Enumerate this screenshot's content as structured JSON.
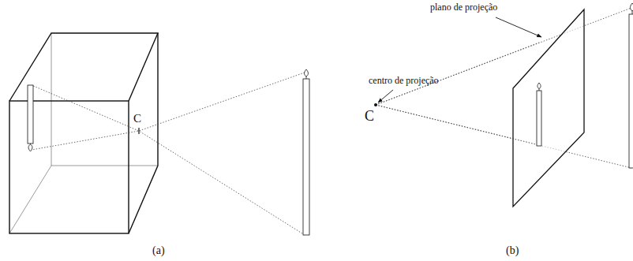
{
  "diagram": {
    "labels": [
      "C",
      "plano de projeção",
      "centro de projeção",
      "C",
      "(a)",
      "(b)"
    ]
  }
}
